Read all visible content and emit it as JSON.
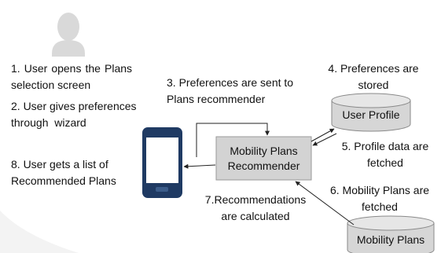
{
  "diagram": {
    "steps": {
      "s1": [
        "1.",
        "User",
        "opens",
        "the",
        "Plans selection screen"
      ],
      "s2": [
        "2. User gives preferences",
        "through  wizard"
      ],
      "s3": [
        "3. Preferences are sent to",
        "Plans recommender"
      ],
      "s4": [
        "4. Preferences are",
        "stored"
      ],
      "s5": [
        "5. Profile data are",
        "fetched"
      ],
      "s6": [
        "6. Mobility Plans are",
        "fetched"
      ],
      "s7": [
        "7.Recommendations",
        "are calculated"
      ],
      "s8": [
        "8. User gets a list of",
        "Recommended Plans"
      ]
    },
    "nodes": {
      "recommender": [
        "Mobility Plans",
        "Recommender"
      ],
      "user_profile": "User Profile",
      "mobility_plans": "Mobility Plans"
    },
    "icons": {
      "user": "user-avatar-icon",
      "phone": "smartphone-icon"
    },
    "colors": {
      "box_fill": "#d3d3d3",
      "db_fill": "#d6d6d6",
      "phone": "#1f3a63",
      "avatar": "#d9d9d9"
    }
  }
}
